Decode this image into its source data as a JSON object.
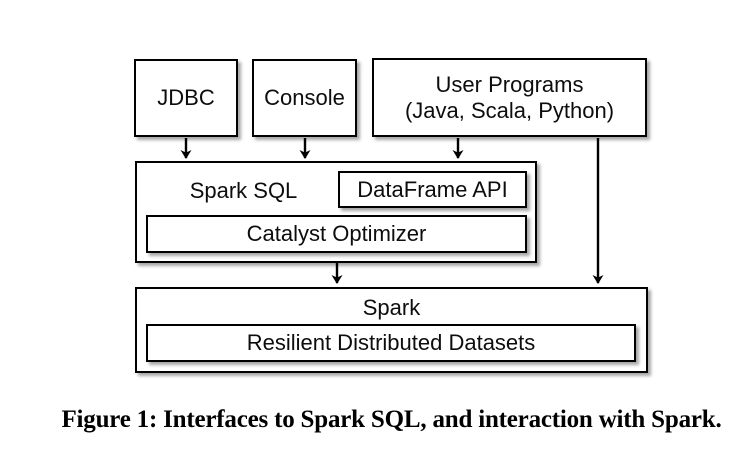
{
  "figure": {
    "caption": "Figure 1: Interfaces to Spark SQL, and interaction with Spark.",
    "boxes": {
      "jdbc": {
        "label": "JDBC"
      },
      "console": {
        "label": "Console"
      },
      "user_programs": {
        "label_line1": "User Programs",
        "label_line2": "(Java, Scala, Python)"
      },
      "spark_sql": {
        "label": "Spark SQL"
      },
      "dataframe_api": {
        "label": "DataFrame API"
      },
      "catalyst_optimizer": {
        "label": "Catalyst Optimizer"
      },
      "spark": {
        "label": "Spark"
      },
      "rdd": {
        "label": "Resilient Distributed Datasets"
      }
    },
    "edges": [
      {
        "from": "jdbc",
        "to": "spark_sql"
      },
      {
        "from": "console",
        "to": "spark_sql"
      },
      {
        "from": "user_programs",
        "to": "spark_sql"
      },
      {
        "from": "spark_sql",
        "to": "spark"
      },
      {
        "from": "user_programs",
        "to": "spark"
      }
    ],
    "colors": {
      "border": "#000000",
      "text": "#0d0d0d",
      "background": "#ffffff",
      "shadow": "rgba(0,0,0,0.35)"
    }
  }
}
